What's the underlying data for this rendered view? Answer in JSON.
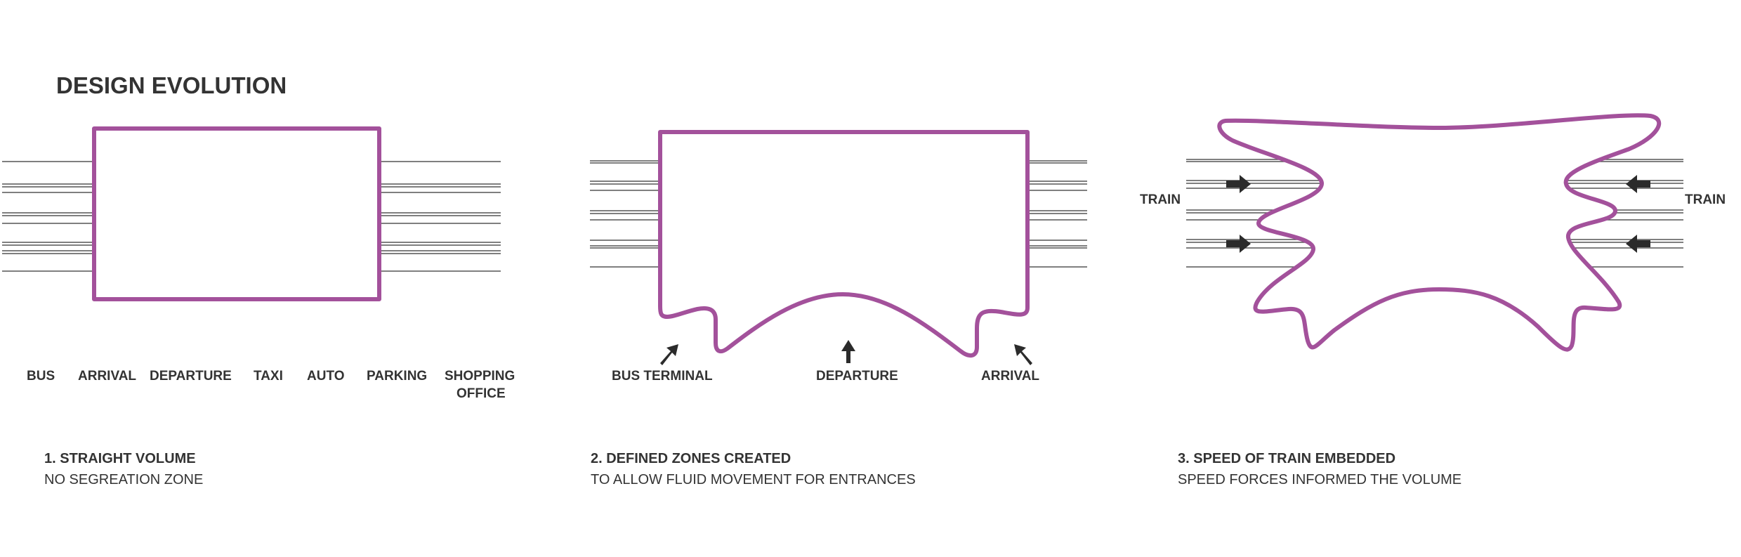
{
  "title": "DESIGN EVOLUTION",
  "accent_color": "#a3519b",
  "stages": [
    {
      "heading": "1. STRAIGHT VOLUME",
      "subtitle": "NO SEGREATION ZONE",
      "labels": [
        "BUS",
        "ARRIVAL",
        "DEPARTURE",
        "TAXI",
        "AUTO",
        "PARKING",
        "SHOPPING",
        "OFFICE"
      ]
    },
    {
      "heading": "2. DEFINED ZONES CREATED",
      "subtitle": "TO ALLOW FLUID MOVEMENT FOR ENTRANCES",
      "labels": [
        "BUS TERMINAL",
        "DEPARTURE",
        "ARRIVAL"
      ]
    },
    {
      "heading": "3. SPEED OF TRAIN EMBEDDED",
      "subtitle": "SPEED FORCES INFORMED THE VOLUME",
      "labels": [
        "TRAIN",
        "TRAIN"
      ]
    }
  ]
}
